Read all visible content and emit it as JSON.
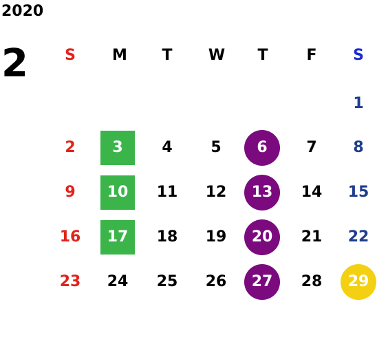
{
  "calendar": {
    "year": "2020",
    "month": "2",
    "weekdays": [
      "S",
      "M",
      "T",
      "W",
      "T",
      "F",
      "S"
    ],
    "colors": {
      "sunday": "#e0231c",
      "saturday": "#1d3d8f",
      "weekday_header_sunday": "#e0231c",
      "weekday_header_saturday": "#1a2bd4",
      "green_marker": "#3bb54a",
      "purple_marker": "#7b0a7f",
      "yellow_marker": "#f3d112"
    },
    "weeks": [
      [
        {
          "day": "",
          "style": "empty"
        },
        {
          "day": "",
          "style": "empty"
        },
        {
          "day": "",
          "style": "empty"
        },
        {
          "day": "",
          "style": "empty"
        },
        {
          "day": "",
          "style": "empty"
        },
        {
          "day": "",
          "style": "empty"
        },
        {
          "day": "1",
          "style": "sat"
        }
      ],
      [
        {
          "day": "2",
          "style": "sun"
        },
        {
          "day": "3",
          "style": "green"
        },
        {
          "day": "4",
          "style": "normal"
        },
        {
          "day": "5",
          "style": "normal"
        },
        {
          "day": "6",
          "style": "purple"
        },
        {
          "day": "7",
          "style": "normal"
        },
        {
          "day": "8",
          "style": "sat"
        }
      ],
      [
        {
          "day": "9",
          "style": "sun"
        },
        {
          "day": "10",
          "style": "green"
        },
        {
          "day": "11",
          "style": "normal"
        },
        {
          "day": "12",
          "style": "normal"
        },
        {
          "day": "13",
          "style": "purple"
        },
        {
          "day": "14",
          "style": "normal"
        },
        {
          "day": "15",
          "style": "sat"
        }
      ],
      [
        {
          "day": "16",
          "style": "sun"
        },
        {
          "day": "17",
          "style": "green"
        },
        {
          "day": "18",
          "style": "normal"
        },
        {
          "day": "19",
          "style": "normal"
        },
        {
          "day": "20",
          "style": "purple"
        },
        {
          "day": "21",
          "style": "normal"
        },
        {
          "day": "22",
          "style": "sat"
        }
      ],
      [
        {
          "day": "23",
          "style": "sun"
        },
        {
          "day": "24",
          "style": "normal"
        },
        {
          "day": "25",
          "style": "normal"
        },
        {
          "day": "26",
          "style": "normal"
        },
        {
          "day": "27",
          "style": "purple"
        },
        {
          "day": "28",
          "style": "normal"
        },
        {
          "day": "29",
          "style": "yellow"
        }
      ]
    ]
  }
}
